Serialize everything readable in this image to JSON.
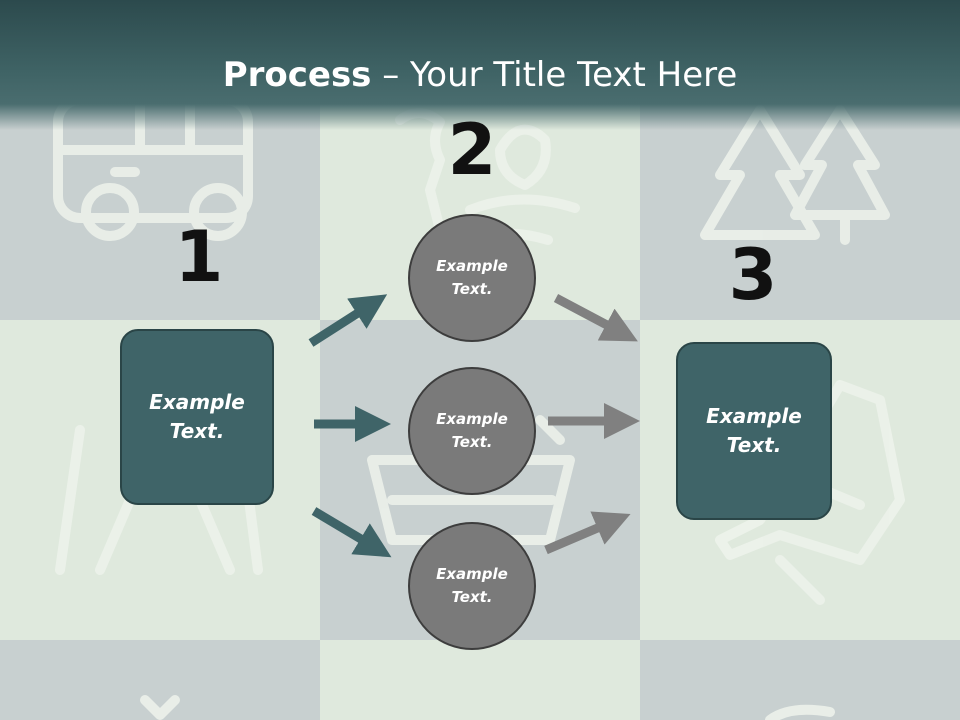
{
  "title": {
    "bold": "Process",
    "rest": " – Your Title Text Here"
  },
  "steps": {
    "one": "1",
    "two": "2",
    "three": "3"
  },
  "boxes": {
    "left": "Example\nText.",
    "right": "Example\nText."
  },
  "circles": {
    "top": "Example\nText.",
    "middle": "Example\nText.",
    "bottom": "Example\nText."
  },
  "colors": {
    "accent": "#3f6468",
    "circle": "#7a7a7a",
    "arrow_gray": "#808080",
    "header": "#2c4a4d"
  },
  "icons": [
    "bus-icon",
    "person-icon",
    "pine-trees-icon",
    "easel-icon",
    "shopping-basket-icon",
    "airplane-icon"
  ]
}
